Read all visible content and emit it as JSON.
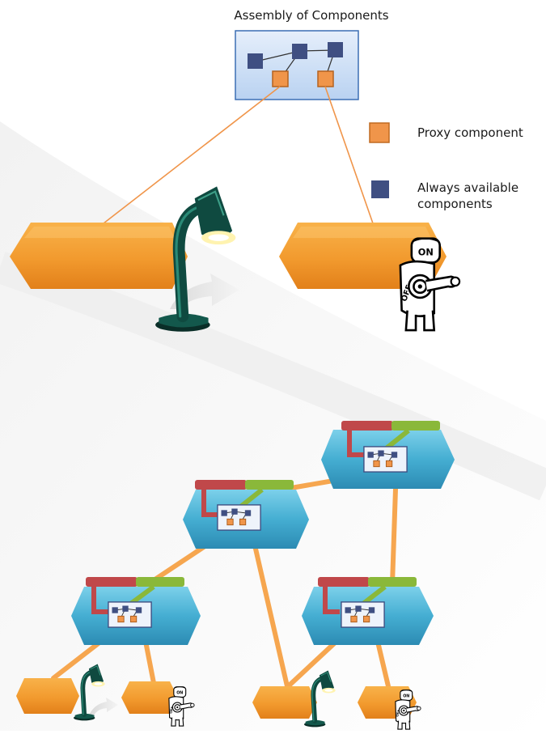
{
  "title": "Assembly of Components",
  "legend": {
    "proxy": {
      "label": "Proxy component",
      "color": "#f0954a"
    },
    "always": {
      "label": "Always available components",
      "color": "#3f4f82"
    }
  },
  "colors": {
    "orange_shape": "#f39a35",
    "teal_shape": "#4aaed0",
    "assembly_bg": "#cfe1f7",
    "bar_red": "#c0484a",
    "bar_green": "#8ab83a",
    "link_orange": "#f6a64f",
    "lamp_green": "#0f4a40"
  }
}
